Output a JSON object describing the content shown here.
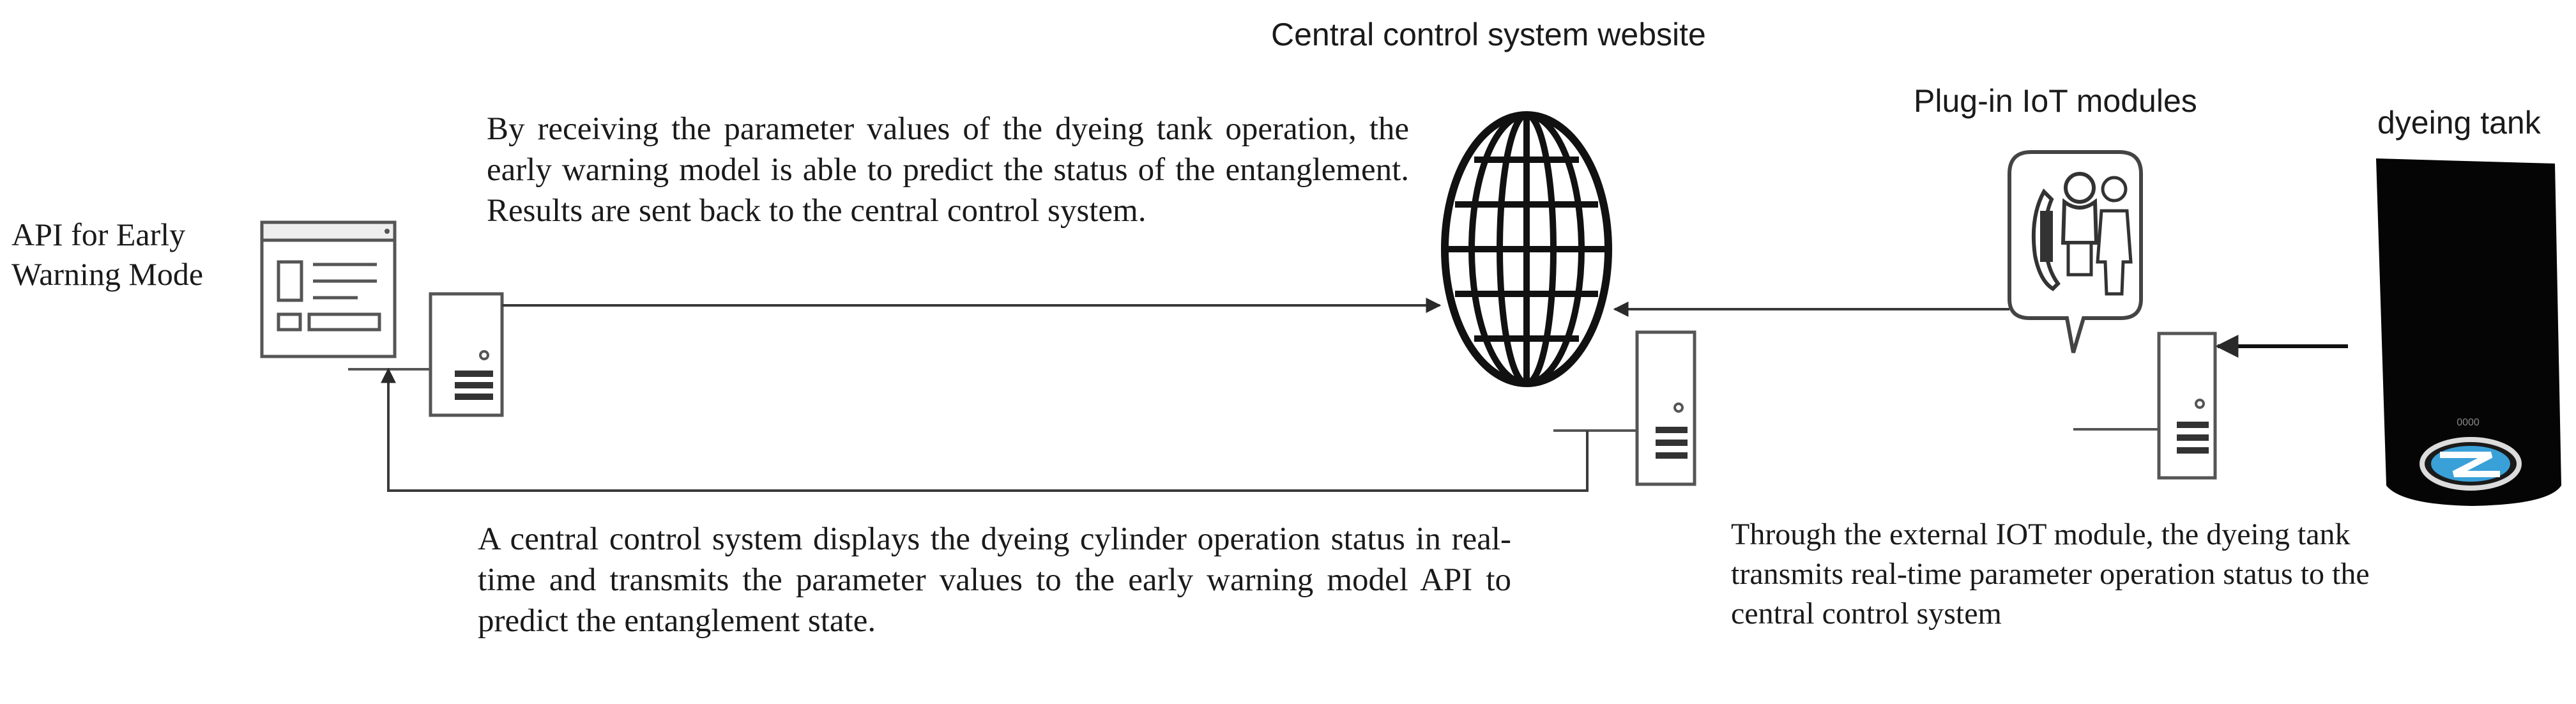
{
  "diagram": {
    "labels": {
      "api_title": "API for Early Warning Mode",
      "central_title": "Central control system website",
      "iot_title": "Plug-in IoT modules",
      "tank_title": "dyeing tank"
    },
    "notes": {
      "model_note": "By receiving the parameter values of the dyeing tank operation, the early warning model is able to predict the status of the entanglement. Results are sent back to the central control system.",
      "central_note": "A central control system displays the dyeing cylinder operation status in real-time and transmits the parameter values to the early warning model API to predict the entanglement state.",
      "iot_note": "Through the external IOT module, the dyeing tank transmits real-time parameter operation status to the central control system"
    },
    "tank_display": "0000",
    "colors": {
      "line": "#3a3a3a",
      "tank_body": "#050505",
      "tank_window": "#3aa0d8"
    }
  }
}
